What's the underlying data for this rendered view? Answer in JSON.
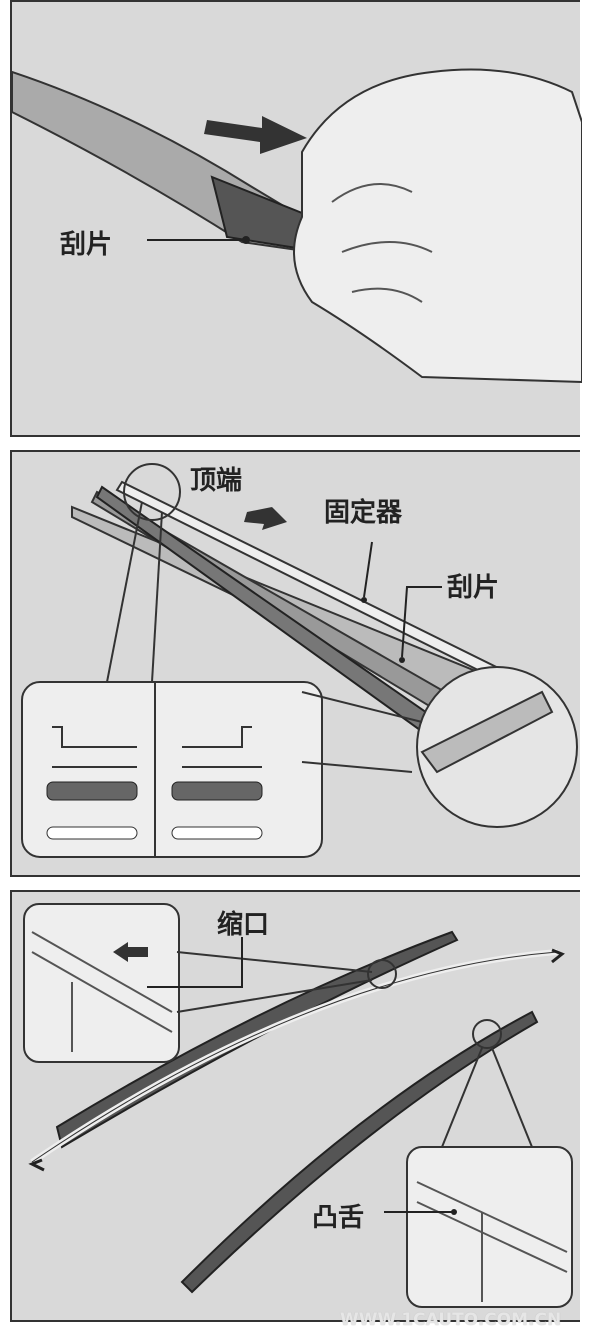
{
  "panel1": {
    "labels": {
      "blade": "刮片"
    }
  },
  "panel2": {
    "labels": {
      "top_end": "顶端",
      "holder": "固定器",
      "blade": "刮片"
    }
  },
  "panel3": {
    "labels": {
      "notch": "缩口",
      "tab": "凸舌"
    }
  },
  "watermark": "WWW.1CAUTO.COM.CN",
  "colors": {
    "panel_bg": "#d9d9d9",
    "line": "#333333"
  }
}
